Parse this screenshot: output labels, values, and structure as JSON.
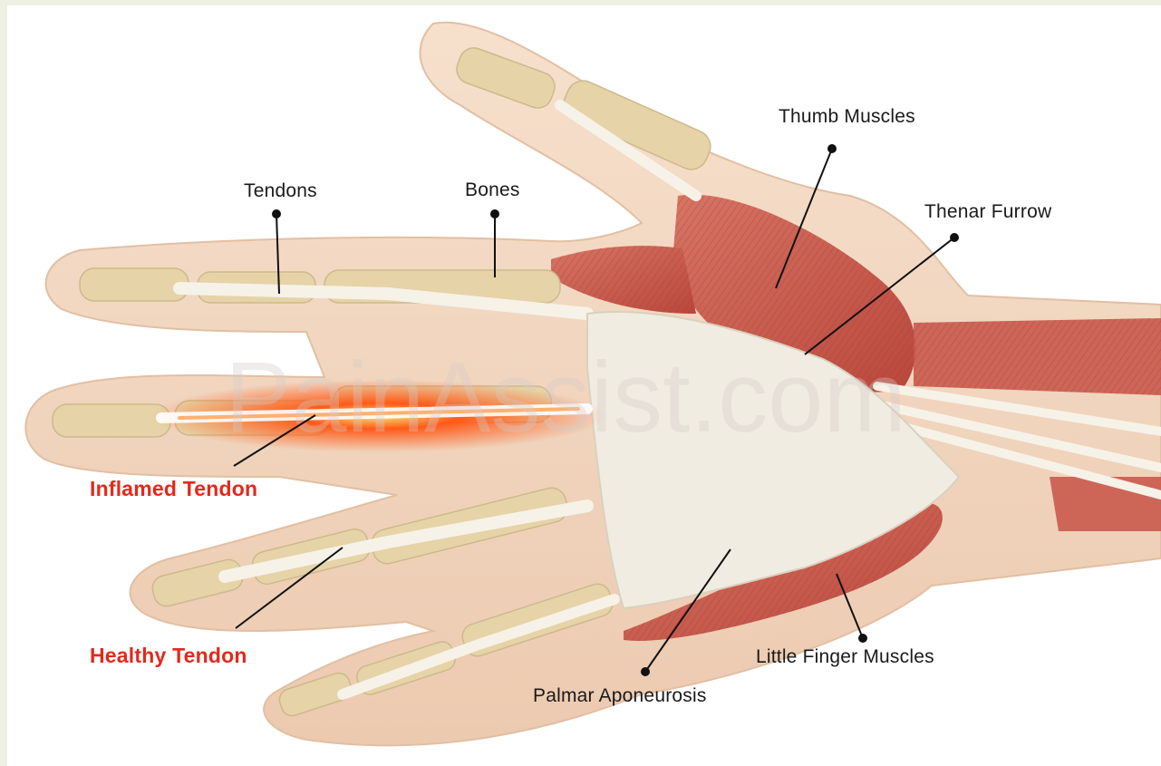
{
  "labels": {
    "tendons": "Tendons",
    "bones": "Bones",
    "thumb_muscles": "Thumb Muscles",
    "thenar_furrow": "Thenar Furrow",
    "inflamed_tendon": "Inflamed Tendon",
    "healthy_tendon": "Healthy Tendon",
    "palmar_aponeurosis": "Palmar Aponeurosis",
    "little_finger_muscles": "Little Finger Muscles"
  },
  "watermark": "PainAssist.com",
  "colors": {
    "skin": "#f3d6bf",
    "bone": "#e6d3a7",
    "tendon": "#f4f0e6",
    "muscle": "#c9564a",
    "inflamed": "#ff3a10",
    "label_highlight": "#e4281c"
  }
}
